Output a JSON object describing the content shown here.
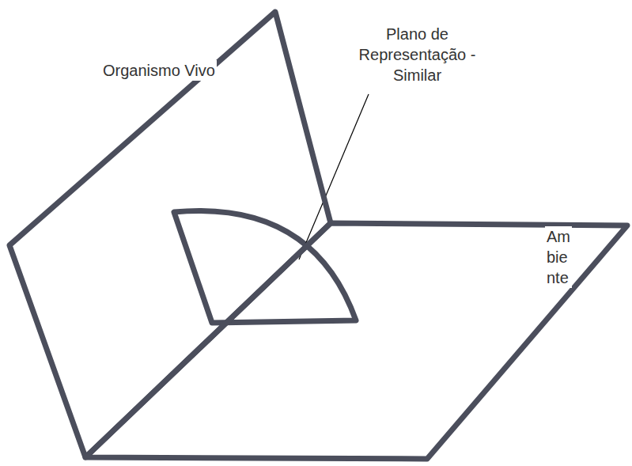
{
  "diagram": {
    "nodes": [
      {
        "text": [
          "Organismo Vivo"
        ]
      },
      {
        "text": [
          "Am bie nte"
        ]
      }
    ],
    "labels": [
      "Plano de Representação - Similar"
    ]
  }
}
